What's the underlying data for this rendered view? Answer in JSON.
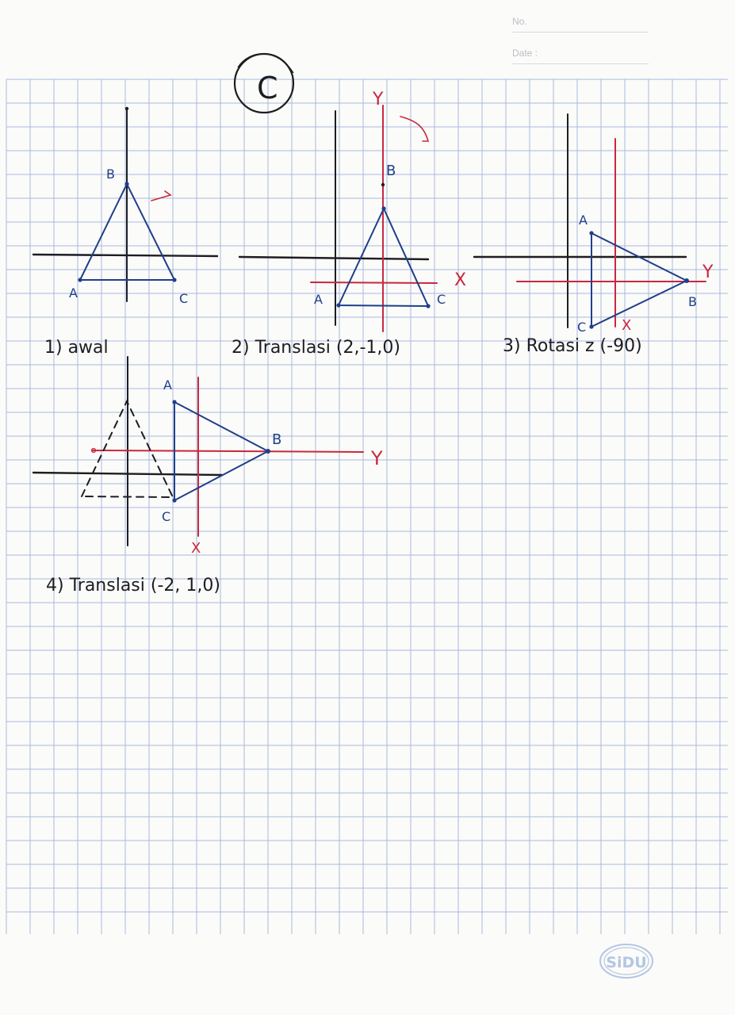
{
  "header": {
    "no_label": "No.",
    "date_label": "Date :"
  },
  "section_label": "C",
  "colors": {
    "grid": "#aab8de",
    "ink_black": "#1d1d22",
    "ink_blue": "#1f3f8a",
    "ink_red": "#c8283e",
    "logo": "#b4c6e4"
  },
  "figures": [
    {
      "caption": "1) awal",
      "vertex_labels": [
        "A",
        "B",
        "C"
      ]
    },
    {
      "caption": "2) Translasi (2,-1,0)",
      "vertex_labels": [
        "A",
        "B",
        "C"
      ],
      "axis_labels": [
        "Y",
        "X"
      ]
    },
    {
      "caption": "3) Rotasi z (-90)",
      "vertex_labels": [
        "A",
        "B",
        "C"
      ],
      "axis_labels": [
        "Y",
        "X"
      ]
    },
    {
      "caption": "4) Translasi (-2, 1,0)",
      "vertex_labels": [
        "A",
        "B",
        "C"
      ],
      "axis_labels": [
        "Y",
        "X"
      ]
    }
  ],
  "footer": {
    "logo_text": "SiDU"
  }
}
